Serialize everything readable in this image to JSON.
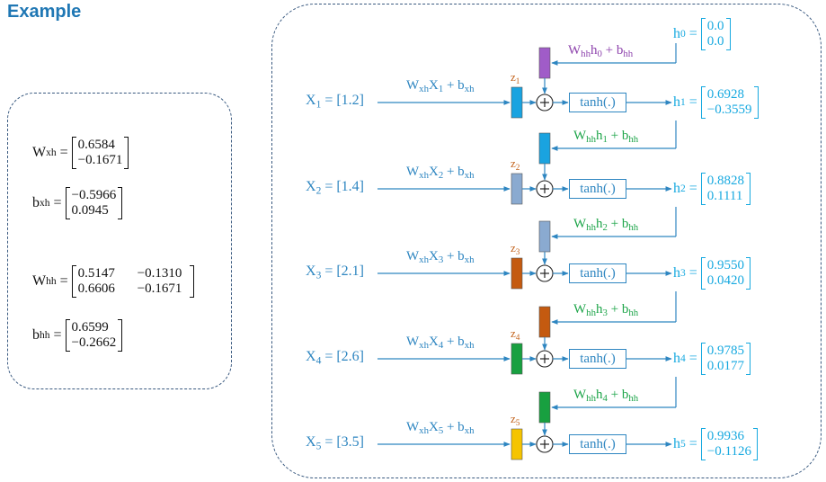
{
  "title": "Example",
  "params": {
    "wxh": {
      "name": "W",
      "sub": "xh",
      "rows": [
        [
          "0.6584"
        ],
        [
          "−0.1671"
        ]
      ]
    },
    "bxh": {
      "name": "b",
      "sub": "xh",
      "rows": [
        [
          "−0.5966"
        ],
        [
          "0.0945"
        ]
      ]
    },
    "whh": {
      "name": "W",
      "sub": "hh",
      "rows": [
        [
          "0.5147",
          "−0.1310"
        ],
        [
          "0.6606",
          "−0.1671"
        ]
      ]
    },
    "bhh": {
      "name": "b",
      "sub": "hh",
      "rows": [
        [
          "0.6599"
        ],
        [
          "−0.2662"
        ]
      ]
    }
  },
  "h0": {
    "label": "h",
    "sub": "0",
    "rows": [
      "0.0",
      "0.0"
    ]
  },
  "steps": [
    {
      "x_name": "X",
      "x_sub": "1",
      "x_value": "[1.2]",
      "z": "z",
      "z_sub": "1",
      "input_formula": "W_xhX_1 + b_xh",
      "recurrent_formula": "W_hhh_0 + b_hh",
      "recurrent_color": "#8e44ad",
      "h_sub": "1",
      "h_rows": [
        "0.6928",
        "−0.3559"
      ],
      "tanh": "tanh(.)"
    },
    {
      "x_name": "X",
      "x_sub": "2",
      "x_value": "[1.4]",
      "z": "z",
      "z_sub": "2",
      "recurrent_color": "#1ea54a",
      "h_sub": "2",
      "h_rows": [
        "0.8828",
        "0.1111"
      ],
      "tanh": "tanh(.)"
    },
    {
      "x_name": "X",
      "x_sub": "3",
      "x_value": "[2.1]",
      "z": "z",
      "z_sub": "3",
      "recurrent_color": "#1ea54a",
      "h_sub": "3",
      "h_rows": [
        "0.9550",
        "0.0420"
      ],
      "tanh": "tanh(.)"
    },
    {
      "x_name": "X",
      "x_sub": "4",
      "x_value": "[2.6]",
      "z": "z",
      "z_sub": "4",
      "recurrent_color": "#1ea54a",
      "h_sub": "4",
      "h_rows": [
        "0.9785",
        "0.0177"
      ],
      "tanh": "tanh(.)"
    },
    {
      "x_name": "X",
      "x_sub": "5",
      "x_value": "[3.5]",
      "z": "z",
      "z_sub": "5",
      "recurrent_color": "#1ea54a",
      "h_sub": "5",
      "h_rows": [
        "0.9936",
        "−0.1126"
      ],
      "tanh": "tanh(.)"
    }
  ],
  "recurrent_blocks": [
    "h0",
    "h1",
    "h2",
    "h3",
    "h4"
  ],
  "colors": {
    "title": "#1f77b4",
    "line": "#2e86c1",
    "h_output": "#17a9e0",
    "recurrent_0": "#8e44ad",
    "recurrent": "#1ea54a",
    "z_label": "#c2611a",
    "block_rec": [
      "#a05cc8",
      "#1aa3e0",
      "#8aaad0",
      "#c45a10",
      "#18a040"
    ],
    "block_z": [
      "#1aa3e0",
      "#8aaad0",
      "#c45a10",
      "#18a040",
      "#f5c400"
    ]
  },
  "text": {
    "eq": "=",
    "plus": "+",
    "W": "W",
    "b": "b",
    "h": "h",
    "X": "X",
    "xh": "xh",
    "hh": "hh"
  }
}
